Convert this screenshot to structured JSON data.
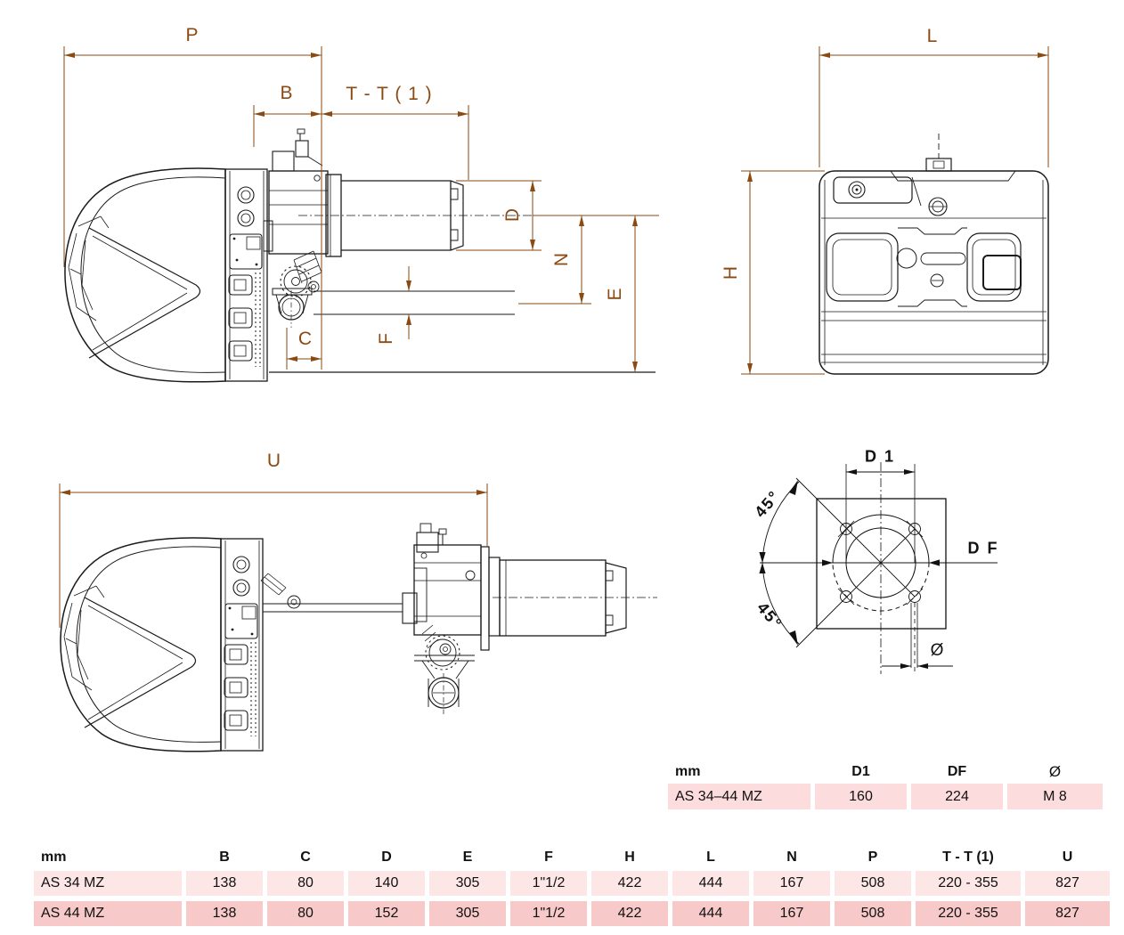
{
  "dimensions": {
    "side_view": {
      "P": "P",
      "B": "B",
      "TT": "T - T ( 1 )",
      "D": "D",
      "N": "N",
      "E": "E",
      "C": "C",
      "F": "F"
    },
    "top_view": {
      "L": "L",
      "H": "H"
    },
    "open_view": {
      "U": "U"
    },
    "flange_view": {
      "D1": "D 1",
      "DF": "D F",
      "angle_upper": "45°",
      "angle_lower": "45°",
      "diameter": "Ø"
    }
  },
  "tables": {
    "flange_table": {
      "columns": [
        "mm",
        "D1",
        "DF",
        "Ø"
      ],
      "rows": [
        {
          "label": "AS 34–44 MZ",
          "values": [
            "160",
            "224",
            "M 8"
          ]
        }
      ]
    },
    "main_table": {
      "columns": [
        "mm",
        "B",
        "C",
        "D",
        "E",
        "F",
        "H",
        "L",
        "N",
        "P",
        "T - T (1)",
        "U"
      ],
      "rows": [
        {
          "label": "AS 34 MZ",
          "values": [
            "138",
            "80",
            "140",
            "305",
            "1\"1/2",
            "422",
            "444",
            "167",
            "508",
            "220 - 355",
            "827"
          ]
        },
        {
          "label": "AS 44 MZ",
          "values": [
            "138",
            "80",
            "152",
            "305",
            "1\"1/2",
            "422",
            "444",
            "167",
            "508",
            "220 - 355",
            "827"
          ]
        }
      ]
    }
  },
  "colors": {
    "dimension_text": "#8a4a12",
    "drawing_line": "#1a1a1a",
    "row_light": "#fde6e6",
    "row_dark": "#f8c9c9",
    "flange_row": "#fcdcdc"
  }
}
